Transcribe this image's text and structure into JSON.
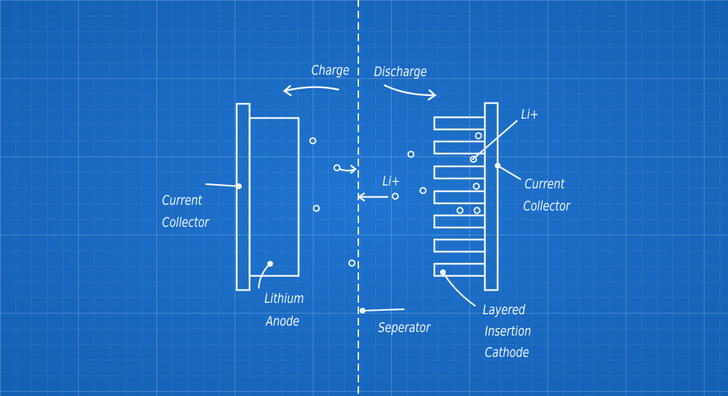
{
  "labels": {
    "charge": "Charge",
    "discharge": "Discharge",
    "li_ion_top": "Li+",
    "li_ion_mid": "Li+",
    "current_collector_left_1": "Current",
    "current_collector_left_2": "Collector",
    "current_collector_right_1": "Current",
    "current_collector_right_2": "Collector",
    "lithium_anode_1": "Lithium",
    "lithium_anode_2": "Anode",
    "separator": "Seperator",
    "cathode_1": "Layered",
    "cathode_2": "Insertion",
    "cathode_3": "Cathode"
  },
  "colors": {
    "background": "#1a6cc6",
    "ink": "#f2f4f8"
  }
}
